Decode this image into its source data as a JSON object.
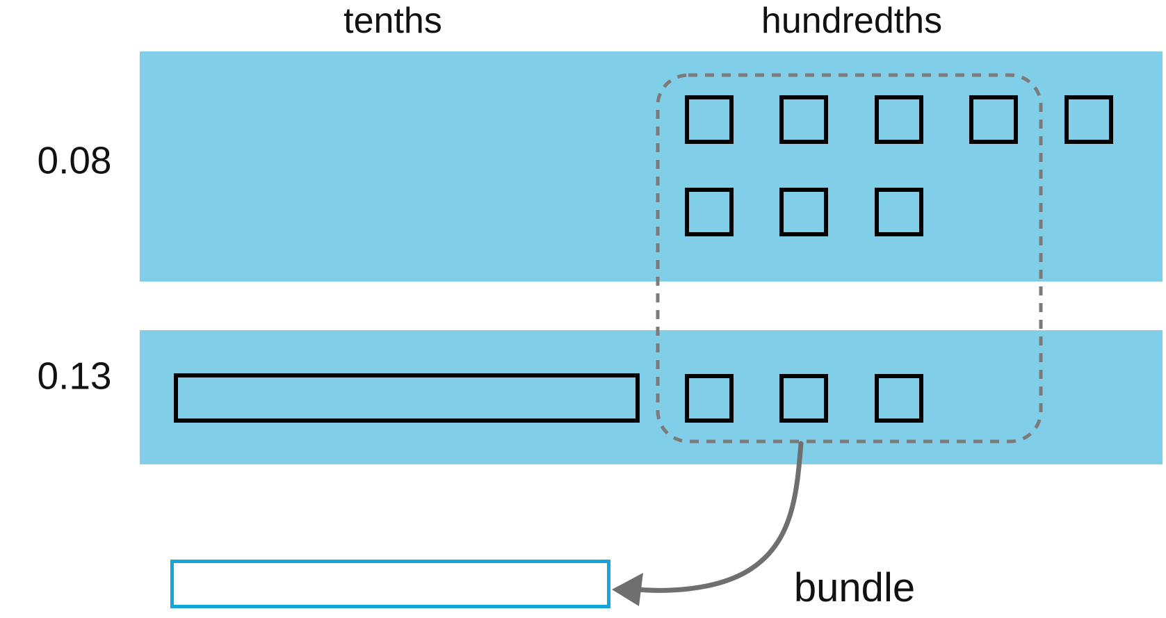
{
  "diagram": {
    "column_headers": [
      {
        "label": "tenths"
      },
      {
        "label": "hundredths"
      }
    ],
    "rows": [
      {
        "label": "0.08",
        "tenths": 0,
        "hundredths": 8
      },
      {
        "label": "0.13",
        "tenths": 1,
        "hundredths": 3
      }
    ],
    "bundle_label": "bundle",
    "colors": {
      "band": "#81CEE9",
      "dash_outline": "#7b7b7b",
      "arrow": "#6f6f6f",
      "bundle_outline": "#16A5D9",
      "block_border": "#000000",
      "text": "#111111"
    }
  }
}
